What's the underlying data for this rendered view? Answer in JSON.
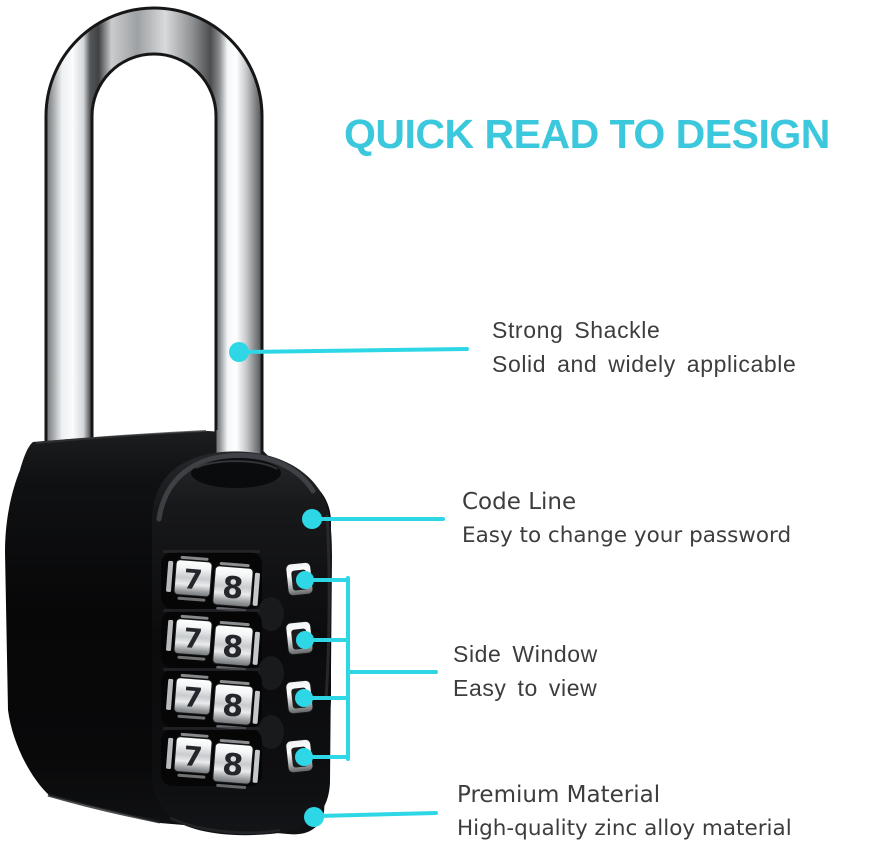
{
  "title": "QUICK READ TO DESIGN",
  "colors": {
    "accent": "#2ed7e6",
    "title": "#3cc8dc",
    "body_text": "#3d3d3d",
    "lock_body": "#0b0b0d",
    "shackle_chrome": "#d8dadb"
  },
  "callouts": [
    {
      "heading": "Strong Shackle",
      "description": "Solid and widely applicable"
    },
    {
      "heading": "Code Line",
      "description": "Easy to change your password"
    },
    {
      "heading": "Side Window",
      "description": "Easy to view"
    },
    {
      "heading": "Premium Material",
      "description": "High-quality zinc alloy material"
    }
  ],
  "padlock": {
    "dial_rows": [
      {
        "left_digit": "7",
        "right_digit": "8"
      },
      {
        "left_digit": "7",
        "right_digit": "8"
      },
      {
        "left_digit": "7",
        "right_digit": "8"
      },
      {
        "left_digit": "7",
        "right_digit": "8"
      }
    ]
  }
}
